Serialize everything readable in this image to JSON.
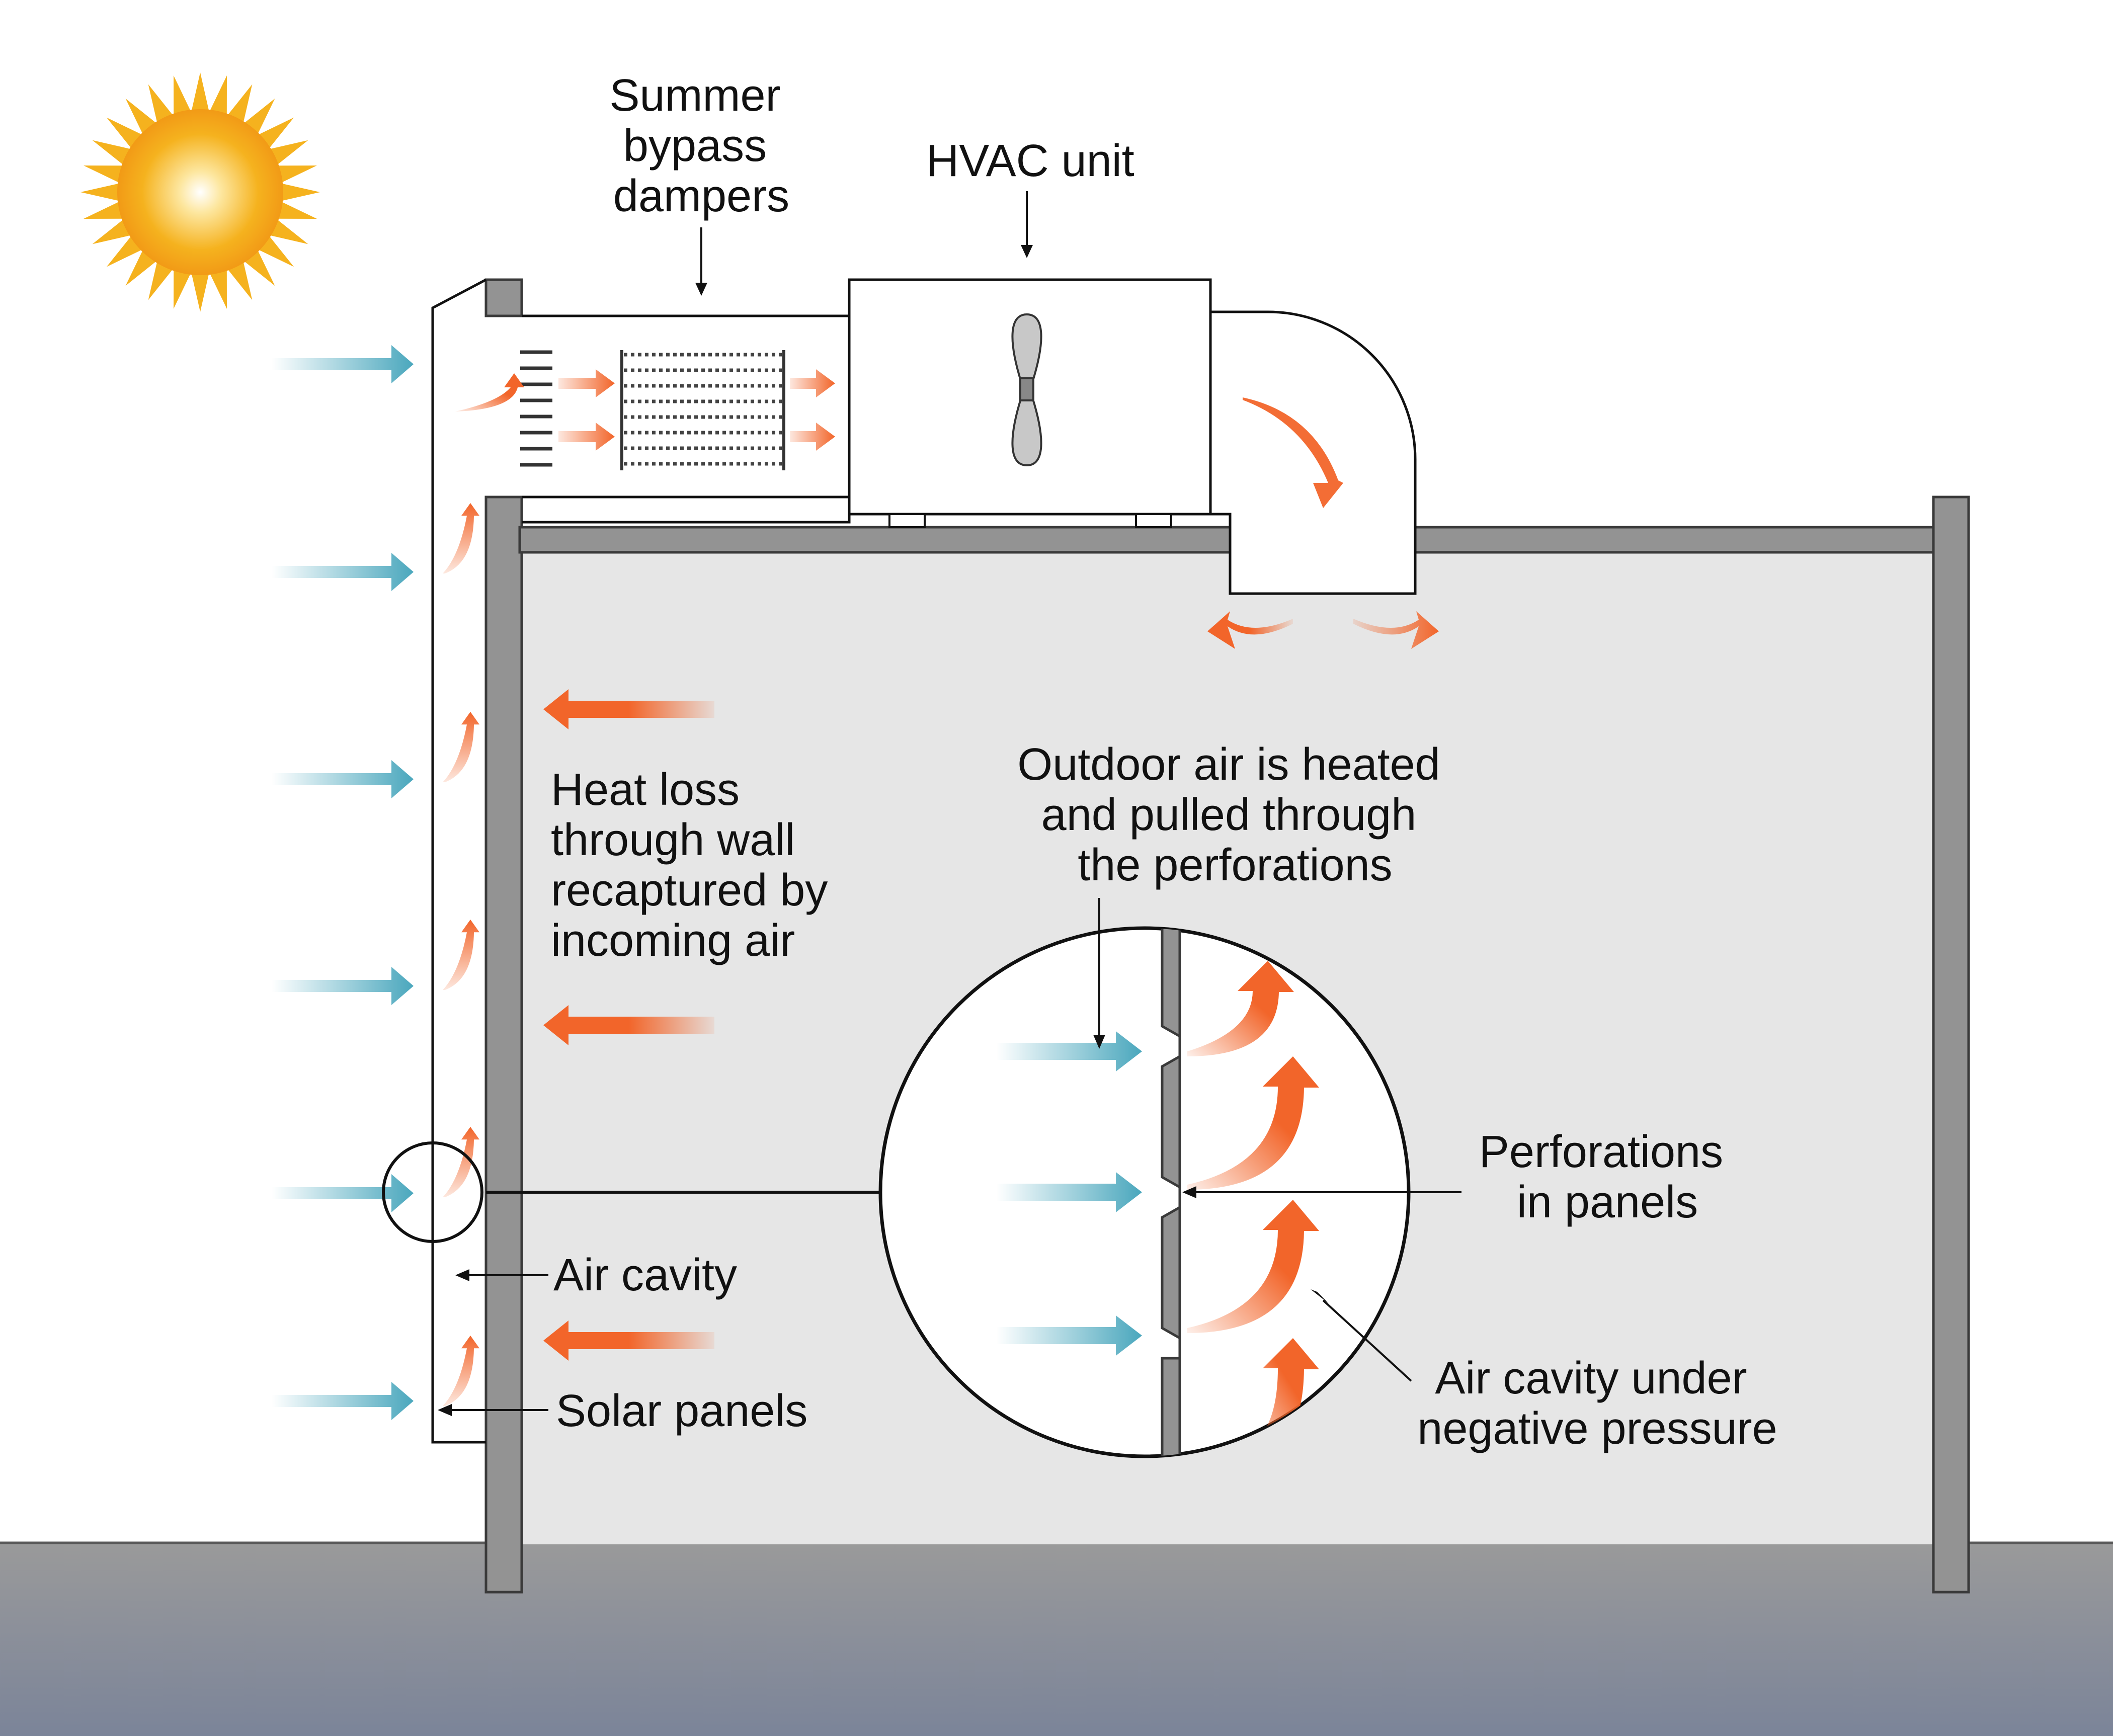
{
  "labels": {
    "summer_bypass_dampers": [
      "Summer",
      "bypass",
      "dampers"
    ],
    "hvac_unit": "HVAC unit",
    "heat_loss": [
      "Heat loss",
      "through wall",
      "recaptured by",
      "incoming air"
    ],
    "outdoor_air": [
      "Outdoor air is heated",
      "and pulled through",
      "the perforations"
    ],
    "perforations": [
      "Perforations",
      "in panels"
    ],
    "air_cavity": "Air cavity",
    "solar_panels": "Solar panels",
    "air_cavity_negative": [
      "Air cavity under",
      "negative pressure"
    ]
  },
  "colors": {
    "cold_air": "#4aa7bd",
    "warm_air": "#f2652a",
    "wall": "#939393",
    "interior": "#e6e6e6",
    "ground_top": "#9a9a9a",
    "ground_bottom": "#7b8499",
    "sun": "#f5b21e"
  }
}
